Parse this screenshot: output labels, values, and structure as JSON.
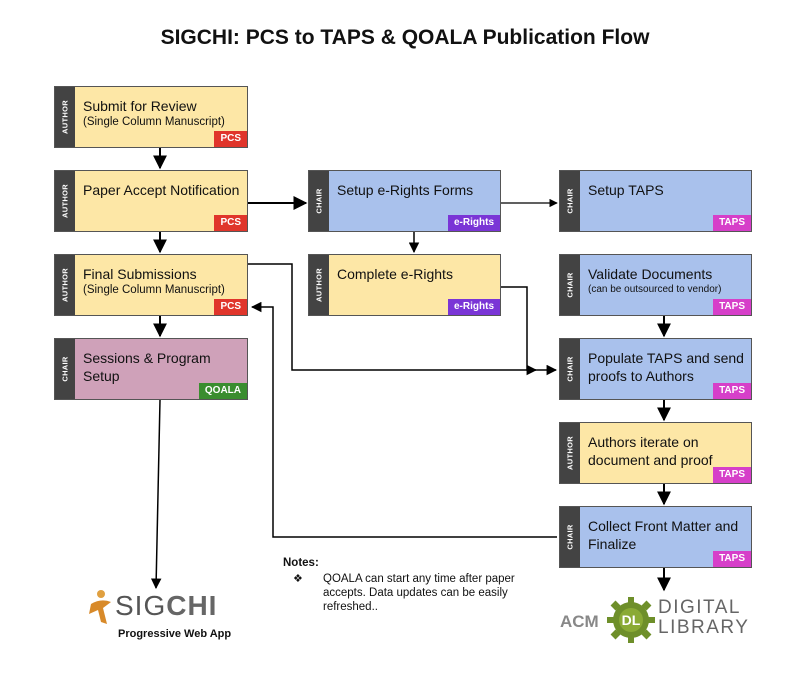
{
  "title": "SIGCHI: PCS to TAPS & QOALA Publication Flow",
  "boxes": {
    "submit": {
      "role": "AUTHOR",
      "main": "Submit for Review",
      "sub": "(Single Column Manuscript)",
      "tag": "PCS"
    },
    "accept": {
      "role": "AUTHOR",
      "main": "Paper Accept Notification",
      "tag": "PCS"
    },
    "final": {
      "role": "AUTHOR",
      "main": "Final Submissions",
      "sub": "(Single Column Manuscript)",
      "tag": "PCS"
    },
    "sessions": {
      "role": "CHAIR",
      "main": "Sessions & Program Setup",
      "tag": "QOALA"
    },
    "setup_erights": {
      "role": "CHAIR",
      "main": "Setup e-Rights Forms",
      "tag": "e-Rights"
    },
    "complete_erights": {
      "role": "AUTHOR",
      "main": "Complete e-Rights",
      "tag": "e-Rights"
    },
    "setup_taps": {
      "role": "CHAIR",
      "main": "Setup TAPS",
      "tag": "TAPS"
    },
    "validate": {
      "role": "CHAIR",
      "main": "Validate Documents",
      "sub": "(can be outsourced to vendor)",
      "tag": "TAPS"
    },
    "populate": {
      "role": "CHAIR",
      "main": "Populate TAPS and send proofs to Authors",
      "tag": "TAPS"
    },
    "iterate": {
      "role": "AUTHOR",
      "main": "Authors iterate on document and proof",
      "tag": "TAPS"
    },
    "collect": {
      "role": "CHAIR",
      "main": "Collect Front Matter and Finalize",
      "tag": "TAPS"
    }
  },
  "notes": {
    "title": "Notes:",
    "bullet": "❖",
    "text": "QOALA can start any time after paper accepts. Data updates can be easily refreshed.."
  },
  "logos": {
    "sigchi_part1": "SIG",
    "sigchi_part2": "CHI",
    "sigchi_caption": "Progressive Web App",
    "acm": "ACM",
    "dl_mark": "DL",
    "digital": "DIGITAL",
    "library": "LIBRARY"
  }
}
